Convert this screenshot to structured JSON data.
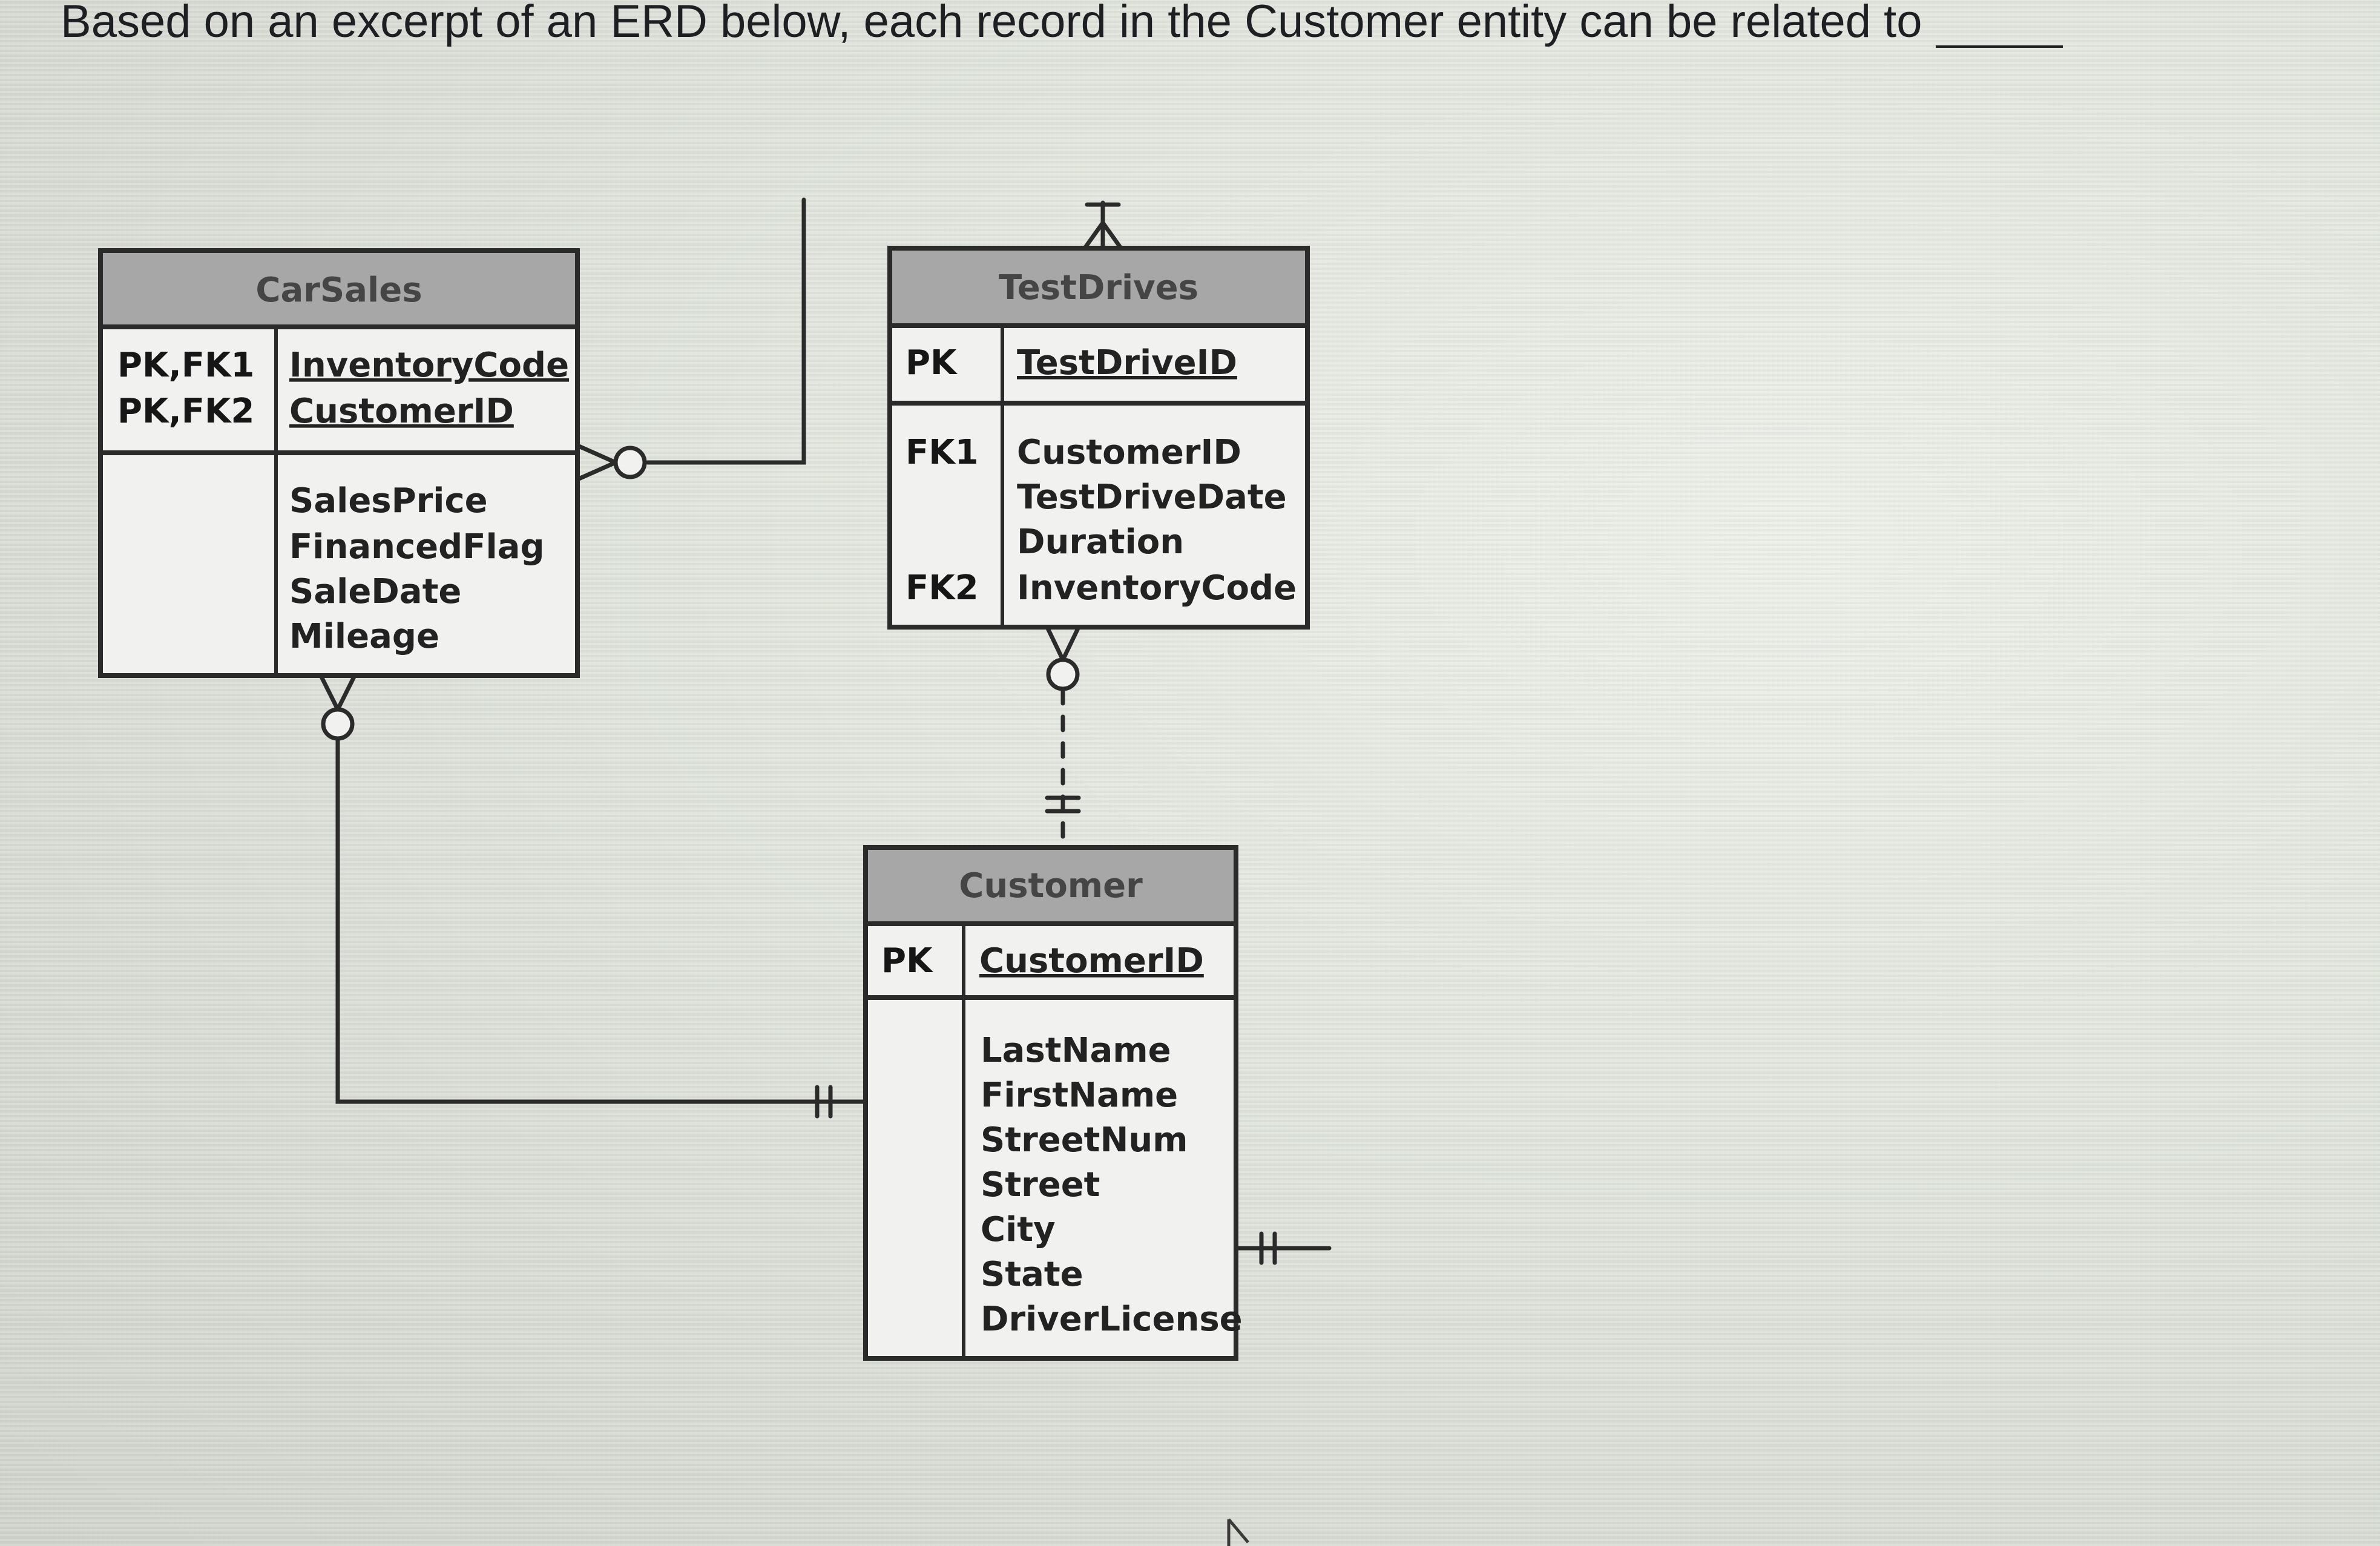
{
  "question": {
    "text": "Based on an excerpt of an ERD below, each record in the Customer entity can be related to"
  },
  "diagram": {
    "entities": {
      "carsales": {
        "title": "CarSales",
        "key_rows": [
          {
            "key": "PK,FK1",
            "attribute": "InventoryCode"
          },
          {
            "key": "PK,FK2",
            "attribute": "CustomerID"
          }
        ],
        "attributes": [
          "SalesPrice",
          "FinancedFlag",
          "SaleDate",
          "Mileage"
        ]
      },
      "testdrives": {
        "title": "TestDrives",
        "pk": {
          "key": "PK",
          "attribute": "TestDriveID"
        },
        "attribute_rows": [
          {
            "key": "FK1",
            "attribute": "CustomerID"
          },
          {
            "key": "",
            "attribute": "TestDriveDate"
          },
          {
            "key": "",
            "attribute": "Duration"
          },
          {
            "key": "FK2",
            "attribute": "InventoryCode"
          }
        ]
      },
      "customer": {
        "title": "Customer",
        "pk": {
          "key": "PK",
          "attribute": "CustomerID"
        },
        "attributes": [
          "LastName",
          "FirstName",
          "StreetNum",
          "Street",
          "City",
          "State",
          "DriverLicense"
        ]
      }
    },
    "relationships": [
      {
        "from": "Customer",
        "to": "CarSales",
        "from_end": "one-and-only-one",
        "to_end": "zero-or-many",
        "line": "solid"
      },
      {
        "from": "Customer",
        "to": "TestDrives",
        "from_end": "one-and-only-one",
        "to_end": "zero-or-many",
        "line": "dashed"
      },
      {
        "from": "CarSales",
        "to": "off-diagram",
        "to_end": "zero-or-many",
        "line": "solid"
      },
      {
        "from": "TestDrives",
        "to": "off-diagram",
        "to_end": "many",
        "line": "solid"
      },
      {
        "from": "Customer",
        "to": "off-diagram",
        "from_end": "one-and-only-one",
        "line": "solid"
      }
    ]
  },
  "colors": {
    "header_fill": "#a7a7a7",
    "body_fill": "#f3f3f1",
    "line": "#2b2b2b",
    "text": "#1d1f23"
  }
}
